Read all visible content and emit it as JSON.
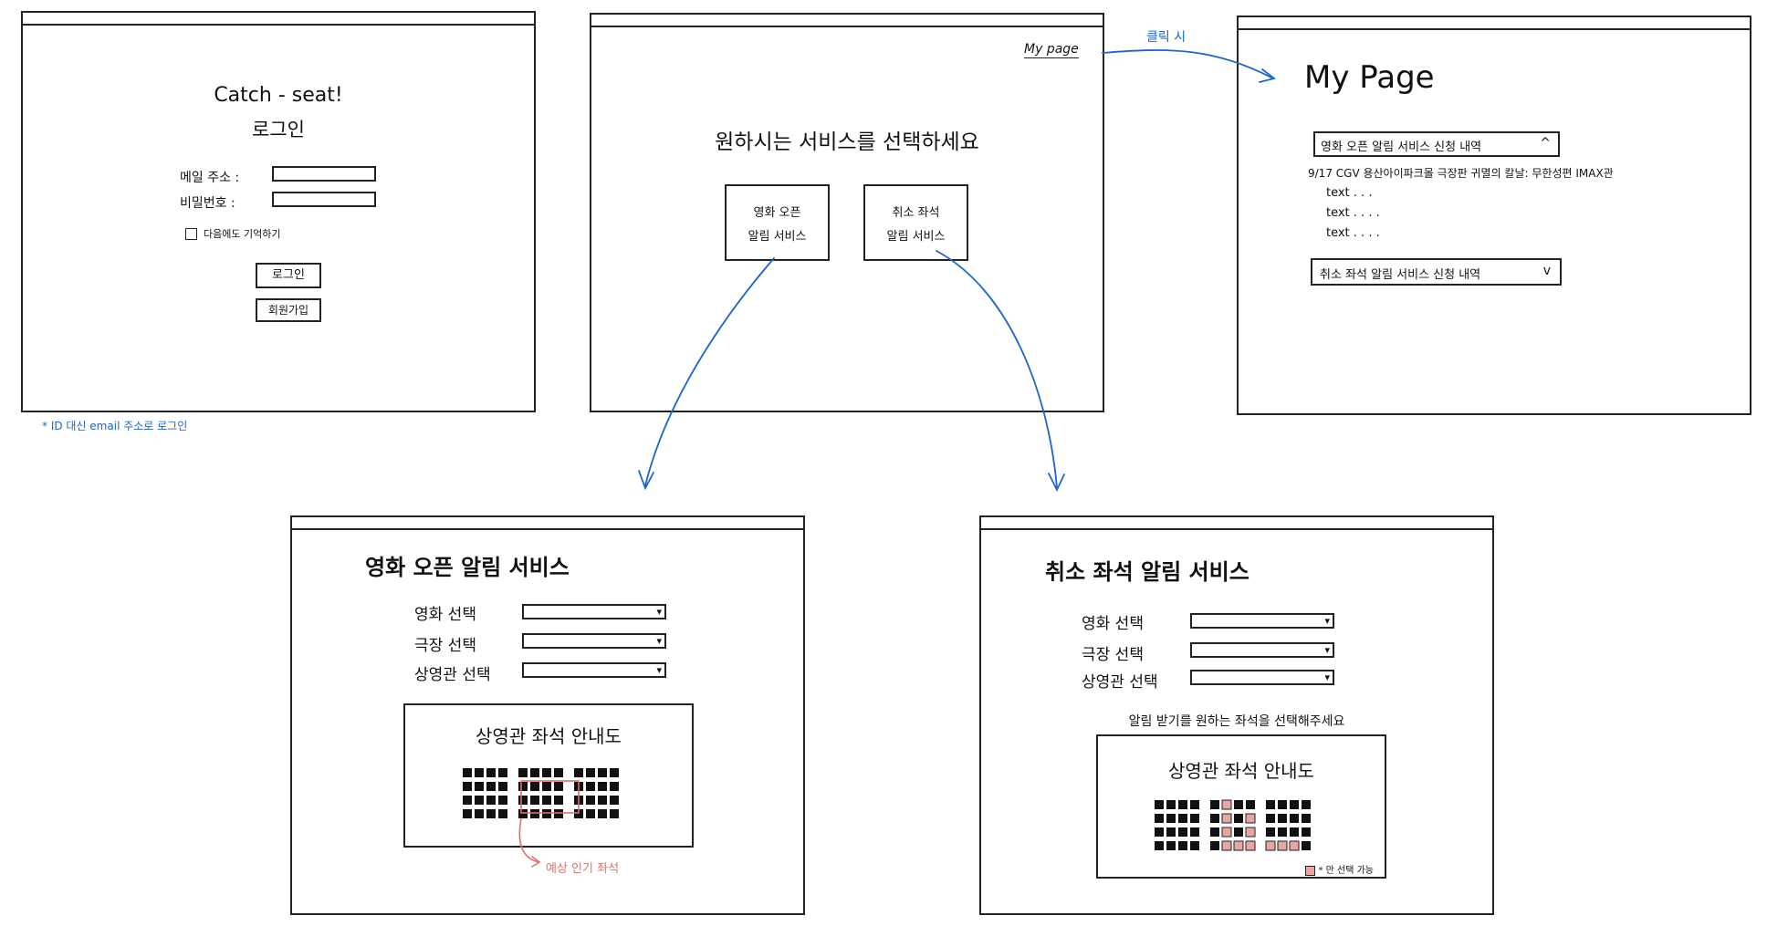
{
  "login": {
    "title": "Catch - seat!",
    "subtitle": "로그인",
    "email_label": "메일 주소 :",
    "password_label": "비밀번호 :",
    "remember_label": "다음에도 기억하기",
    "login_button": "로그인",
    "signup_button": "회원가입",
    "note": "* ID 대신 email 주소로 로그인"
  },
  "service": {
    "mypage_link": "My page",
    "heading": "원하시는 서비스를 선택하세요",
    "open_service_line1": "영화 오픈",
    "open_service_line2": "알림 서비스",
    "cancel_service_line1": "취소 좌석",
    "cancel_service_line2": "알림 서비스",
    "click_note": "클릭 시"
  },
  "mypage": {
    "title": "My Page",
    "open_history": "영화 오픈 알림 서비스 신청 내역",
    "open_history_caret": "^",
    "entry_line": "9/17 CGV 용산아이파크몰 극장판 귀멸의 칼날: 무한성편 IMAX관",
    "text1": "text . . .",
    "text2": "text . . . .",
    "text3": "text . . . .",
    "cancel_history": "취소 좌석 알림 서비스 신청 내역",
    "cancel_history_caret": "v"
  },
  "open_alert": {
    "title": "영화 오픈 알림 서비스",
    "movie_label": "영화 선택",
    "theater_label": "극장 선택",
    "screen_label": "상영관 선택",
    "seatmap_title": "상영관 좌석 안내도",
    "popular_note": "예상 인기 좌석"
  },
  "cancel_alert": {
    "title": "취소 좌석 알림 서비스",
    "movie_label": "영화 선택",
    "theater_label": "극장 선택",
    "screen_label": "상영관 선택",
    "instruction": "알림 받기를 원하는 좌석을 선택해주세요",
    "seatmap_title": "상영관 좌석 안내도",
    "legend": "* 만 선택 가능"
  },
  "colors": {
    "ink": "#222222",
    "annotation_blue": "#1a66c9",
    "highlight_pink": "#e8a6a0",
    "note_pink": "#e0706a"
  }
}
